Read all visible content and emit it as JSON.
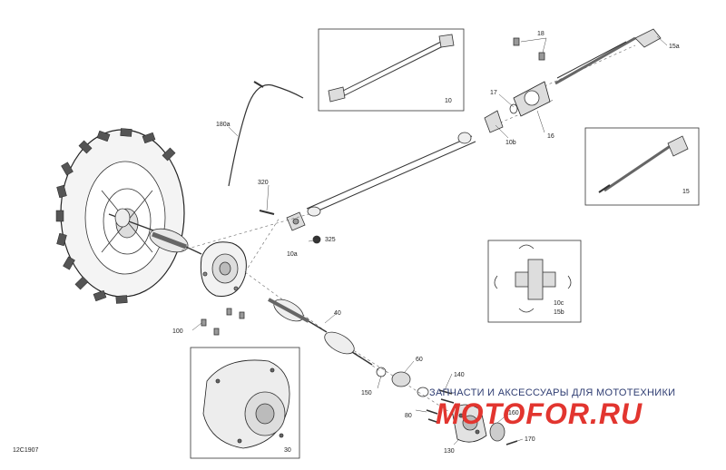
{
  "diagram": {
    "ref_code": "12C1907",
    "callouts": {
      "c10": "10",
      "c10a": "10a",
      "c10b": "10b",
      "c10c": "10c",
      "c15": "15",
      "c15a": "15a",
      "c15b": "15b",
      "c16": "16",
      "c17": "17",
      "c18": "18",
      "c30": "30",
      "c40": "40",
      "c60": "60",
      "c80": "80",
      "c100": "100",
      "c130": "130",
      "c140": "140",
      "c150": "150",
      "c160": "160",
      "c170": "170",
      "c180a": "180a",
      "c320": "320",
      "c325": "325"
    }
  },
  "watermark": {
    "tagline": "ЗАПЧАСТИ И АКСЕССУАРЫ ДЛЯ МОТОТЕХНИКИ",
    "brand": "MOTOFOR",
    "tld": ".RU"
  }
}
